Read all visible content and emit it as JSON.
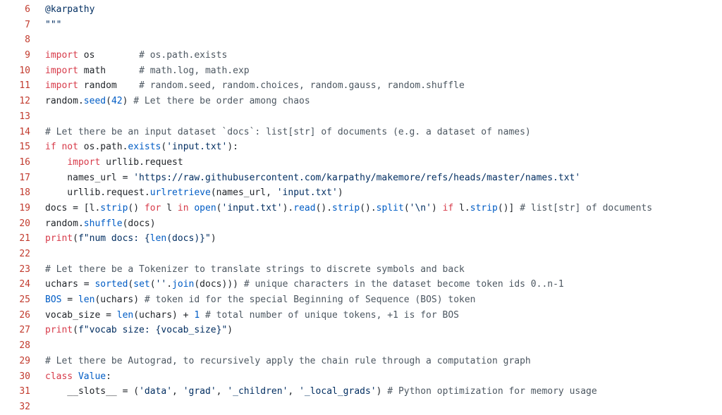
{
  "colors": {
    "background": "#ffffff",
    "line-number": "#c23b2e",
    "keyword": "#d73a49",
    "function": "#005cc5",
    "number": "#005cc5",
    "string": "#032f62",
    "comment": "#4c5761",
    "plain": "#1f2328"
  },
  "code": {
    "language": "python",
    "first_line_number": 6,
    "last_line_number": 32,
    "lines": [
      {
        "n": "6",
        "t": [
          [
            "str",
            "@karpathy"
          ]
        ]
      },
      {
        "n": "7",
        "t": [
          [
            "str",
            "\"\"\""
          ]
        ]
      },
      {
        "n": "8",
        "t": []
      },
      {
        "n": "9",
        "t": [
          [
            "kw",
            "import"
          ],
          [
            "pl",
            " os        "
          ],
          [
            "com",
            "# os.path.exists"
          ]
        ]
      },
      {
        "n": "10",
        "t": [
          [
            "kw",
            "import"
          ],
          [
            "pl",
            " math      "
          ],
          [
            "com",
            "# math.log, math.exp"
          ]
        ]
      },
      {
        "n": "11",
        "t": [
          [
            "kw",
            "import"
          ],
          [
            "pl",
            " random    "
          ],
          [
            "com",
            "# random.seed, random.choices, random.gauss, random.shuffle"
          ]
        ]
      },
      {
        "n": "12",
        "t": [
          [
            "pl",
            "random."
          ],
          [
            "fn",
            "seed"
          ],
          [
            "pl",
            "("
          ],
          [
            "num",
            "42"
          ],
          [
            "pl",
            ") "
          ],
          [
            "com",
            "# Let there be order among chaos"
          ]
        ]
      },
      {
        "n": "13",
        "t": []
      },
      {
        "n": "14",
        "t": [
          [
            "com",
            "# Let there be an input dataset `docs`: list[str] of documents (e.g. a dataset of names)"
          ]
        ]
      },
      {
        "n": "15",
        "t": [
          [
            "kw",
            "if"
          ],
          [
            "pl",
            " "
          ],
          [
            "kw",
            "not"
          ],
          [
            "pl",
            " os.path."
          ],
          [
            "fn",
            "exists"
          ],
          [
            "pl",
            "("
          ],
          [
            "str",
            "'input.txt'"
          ],
          [
            "pl",
            "):"
          ]
        ]
      },
      {
        "n": "16",
        "t": [
          [
            "pl",
            "    "
          ],
          [
            "kw",
            "import"
          ],
          [
            "pl",
            " urllib.request"
          ]
        ]
      },
      {
        "n": "17",
        "t": [
          [
            "pl",
            "    names_url = "
          ],
          [
            "str",
            "'https://raw.githubusercontent.com/karpathy/makemore/refs/heads/master/names.txt'"
          ]
        ]
      },
      {
        "n": "18",
        "t": [
          [
            "pl",
            "    urllib.request."
          ],
          [
            "fn",
            "urlretrieve"
          ],
          [
            "pl",
            "(names_url, "
          ],
          [
            "str",
            "'input.txt'"
          ],
          [
            "pl",
            ")"
          ]
        ]
      },
      {
        "n": "19",
        "t": [
          [
            "pl",
            "docs = [l."
          ],
          [
            "fn",
            "strip"
          ],
          [
            "pl",
            "() "
          ],
          [
            "kw",
            "for"
          ],
          [
            "pl",
            " l "
          ],
          [
            "kw",
            "in"
          ],
          [
            "pl",
            " "
          ],
          [
            "fn",
            "open"
          ],
          [
            "pl",
            "("
          ],
          [
            "str",
            "'input.txt'"
          ],
          [
            "pl",
            ")."
          ],
          [
            "fn",
            "read"
          ],
          [
            "pl",
            "()."
          ],
          [
            "fn",
            "strip"
          ],
          [
            "pl",
            "()."
          ],
          [
            "fn",
            "split"
          ],
          [
            "pl",
            "("
          ],
          [
            "str",
            "'\\n'"
          ],
          [
            "pl",
            ") "
          ],
          [
            "kw",
            "if"
          ],
          [
            "pl",
            " l."
          ],
          [
            "fn",
            "strip"
          ],
          [
            "pl",
            "()] "
          ],
          [
            "com",
            "# list[str] of documents"
          ]
        ]
      },
      {
        "n": "20",
        "t": [
          [
            "pl",
            "random."
          ],
          [
            "fn",
            "shuffle"
          ],
          [
            "pl",
            "(docs)"
          ]
        ]
      },
      {
        "n": "21",
        "t": [
          [
            "kw",
            "print"
          ],
          [
            "pl",
            "("
          ],
          [
            "str",
            "f\"num docs: {"
          ],
          [
            "fn",
            "len"
          ],
          [
            "str",
            "(docs)}\""
          ],
          [
            "pl",
            ")"
          ]
        ]
      },
      {
        "n": "22",
        "t": []
      },
      {
        "n": "23",
        "t": [
          [
            "com",
            "# Let there be a Tokenizer to translate strings to discrete symbols and back"
          ]
        ]
      },
      {
        "n": "24",
        "t": [
          [
            "pl",
            "uchars = "
          ],
          [
            "fn",
            "sorted"
          ],
          [
            "pl",
            "("
          ],
          [
            "fn",
            "set"
          ],
          [
            "pl",
            "("
          ],
          [
            "str",
            "''"
          ],
          [
            "pl",
            "."
          ],
          [
            "fn",
            "join"
          ],
          [
            "pl",
            "(docs))) "
          ],
          [
            "com",
            "# unique characters in the dataset become token ids 0..n-1"
          ]
        ]
      },
      {
        "n": "25",
        "t": [
          [
            "fn",
            "BOS"
          ],
          [
            "pl",
            " = "
          ],
          [
            "fn",
            "len"
          ],
          [
            "pl",
            "(uchars) "
          ],
          [
            "com",
            "# token id for the special Beginning of Sequence (BOS) token"
          ]
        ]
      },
      {
        "n": "26",
        "t": [
          [
            "pl",
            "vocab_size = "
          ],
          [
            "fn",
            "len"
          ],
          [
            "pl",
            "(uchars) + "
          ],
          [
            "num",
            "1"
          ],
          [
            "pl",
            " "
          ],
          [
            "com",
            "# total number of unique tokens, +1 is for BOS"
          ]
        ]
      },
      {
        "n": "27",
        "t": [
          [
            "kw",
            "print"
          ],
          [
            "pl",
            "("
          ],
          [
            "str",
            "f\"vocab size: {vocab_size}\""
          ],
          [
            "pl",
            ")"
          ]
        ]
      },
      {
        "n": "28",
        "t": []
      },
      {
        "n": "29",
        "t": [
          [
            "com",
            "# Let there be Autograd, to recursively apply the chain rule through a computation graph"
          ]
        ]
      },
      {
        "n": "30",
        "t": [
          [
            "kw",
            "class"
          ],
          [
            "pl",
            " "
          ],
          [
            "fn",
            "Value"
          ],
          [
            "pl",
            ":"
          ]
        ]
      },
      {
        "n": "31",
        "t": [
          [
            "pl",
            "    __slots__ = ("
          ],
          [
            "str",
            "'data'"
          ],
          [
            "pl",
            ", "
          ],
          [
            "str",
            "'grad'"
          ],
          [
            "pl",
            ", "
          ],
          [
            "str",
            "'_children'"
          ],
          [
            "pl",
            ", "
          ],
          [
            "str",
            "'_local_grads'"
          ],
          [
            "pl",
            ") "
          ],
          [
            "com",
            "# Python optimization for memory usage"
          ]
        ]
      },
      {
        "n": "32",
        "t": []
      }
    ]
  }
}
